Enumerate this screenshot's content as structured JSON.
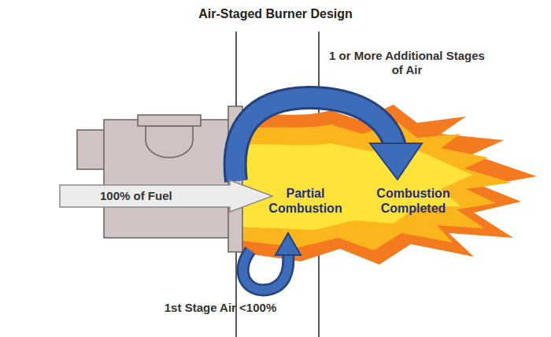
{
  "diagram": {
    "title": "Air-Staged Burner Design",
    "nodes": [
      {
        "text": [
          "100% of Fuel"
        ]
      }
    ],
    "labels": [
      "1 or More Additional Stages of Air",
      "Partial Combustion",
      "Combustion Completed",
      "1st Stage Air <100%"
    ]
  }
}
